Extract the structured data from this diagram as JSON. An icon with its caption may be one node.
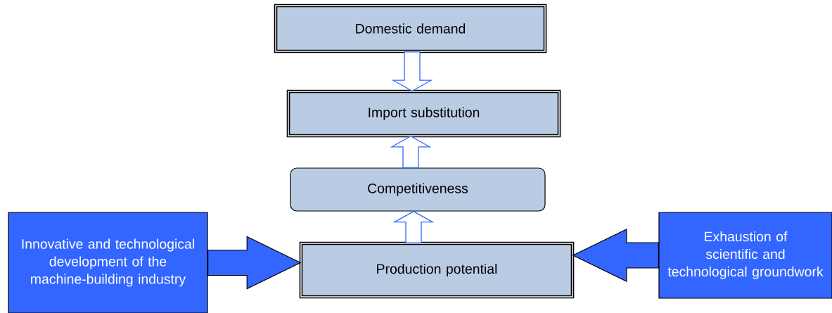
{
  "diagram": {
    "nodes": [
      {
        "text": [
          "Domestic demand"
        ]
      },
      {
        "text": [
          "Import substitution"
        ]
      },
      {
        "text": [
          "Competitiveness"
        ]
      },
      {
        "text": [
          "Production potential"
        ]
      },
      {
        "text": [
          "Innovative and technological development of the machine-building industry"
        ]
      },
      {
        "text": [
          "Exhaustion of scientific and technological groundwork"
        ]
      }
    ],
    "edges": [
      {
        "from": 0,
        "to": 1,
        "arrow": "to"
      },
      {
        "from": 2,
        "to": 1,
        "arrow": "to"
      },
      {
        "from": 3,
        "to": 2,
        "arrow": "to"
      },
      {
        "from": 4,
        "to": 3,
        "arrow": "to"
      },
      {
        "from": 5,
        "to": 3,
        "arrow": "to"
      }
    ]
  }
}
